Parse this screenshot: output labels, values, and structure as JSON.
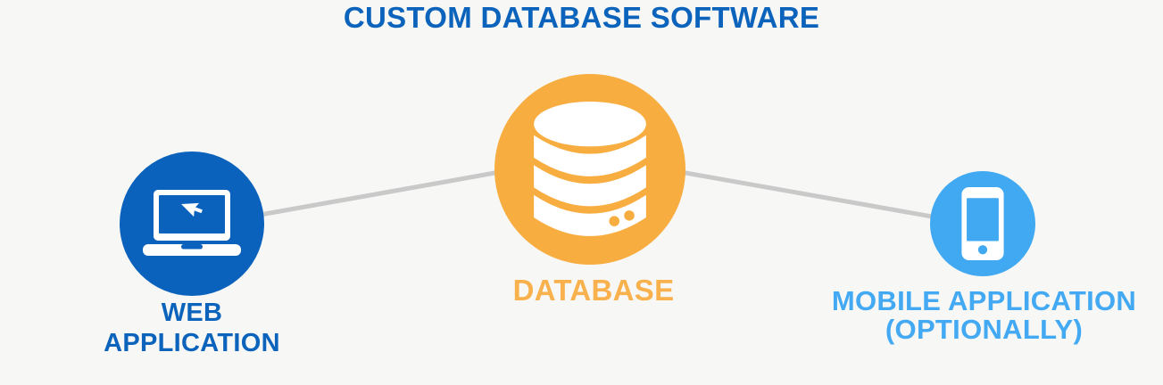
{
  "background_color": "#f7f7f6",
  "title": {
    "text": "CUSTOM DATABASE SOFTWARE",
    "color": "#0b63bb"
  },
  "connectors": {
    "color": "#c9c9c9"
  },
  "nodes": [
    {
      "id": "web-application",
      "icon": "laptop-cursor-icon",
      "circle_color": "#0a62bc",
      "label_color": "#0b63bb",
      "label_line1": "WEB",
      "label_line2": "APPLICATION"
    },
    {
      "id": "database",
      "icon": "database-icon",
      "circle_color": "#f8ad41",
      "label_color": "#f9b14d",
      "label_line1": "DATABASE",
      "label_line2": ""
    },
    {
      "id": "mobile-application",
      "icon": "smartphone-icon",
      "circle_color": "#41a9f1",
      "label_color": "#42a9f2",
      "label_line1": "MOBILE APPLICATION",
      "label_line2": "(OPTIONALLY)"
    }
  ]
}
